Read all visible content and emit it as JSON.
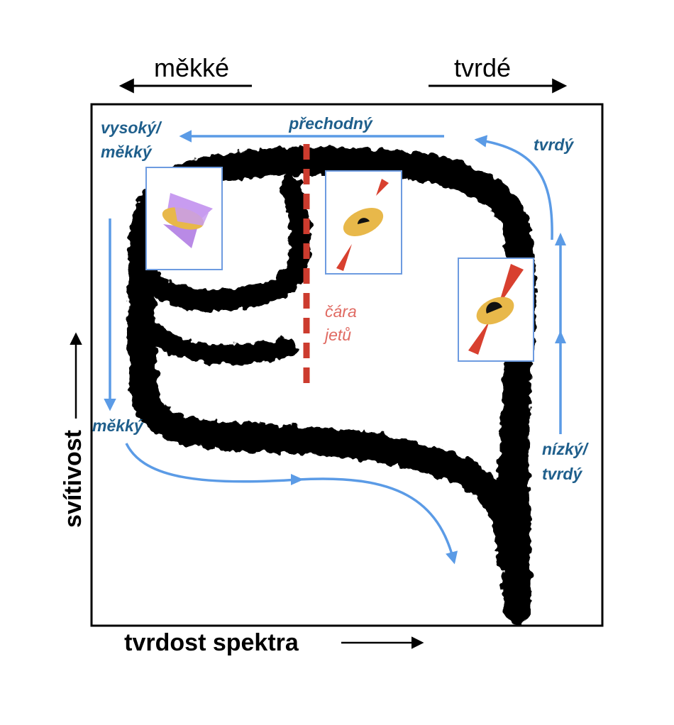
{
  "top_labels": {
    "soft": "měkké",
    "hard": "tvrdé"
  },
  "axes": {
    "x_label": "tvrdost spektra",
    "y_label": "svítivost"
  },
  "states": {
    "high_soft_line1": "vysoký/",
    "high_soft_line2": "měkký",
    "intermediate": "přechodný",
    "hard": "tvrdý",
    "soft": "měkký",
    "low_hard_line1": "nízký/",
    "low_hard_line2": "tvrdý"
  },
  "jet_line": {
    "line1": "čára",
    "line2": "jetů"
  },
  "colors": {
    "state_text": "#1f5f8c",
    "arrow_blue": "#5b9be6",
    "jet_line": "#cc3b2e",
    "jet_text": "#e06a62",
    "disc": "#e8b84a",
    "wind": "#c89cf0",
    "inset_border": "#6d9be0",
    "track": "#000000"
  },
  "insets": [
    {
      "name": "inset-wind-disc",
      "icon": "disc-wind-icon"
    },
    {
      "name": "inset-weak-jet",
      "icon": "disc-weak-jet-icon"
    },
    {
      "name": "inset-strong-jet",
      "icon": "disc-strong-jet-icon"
    }
  ]
}
